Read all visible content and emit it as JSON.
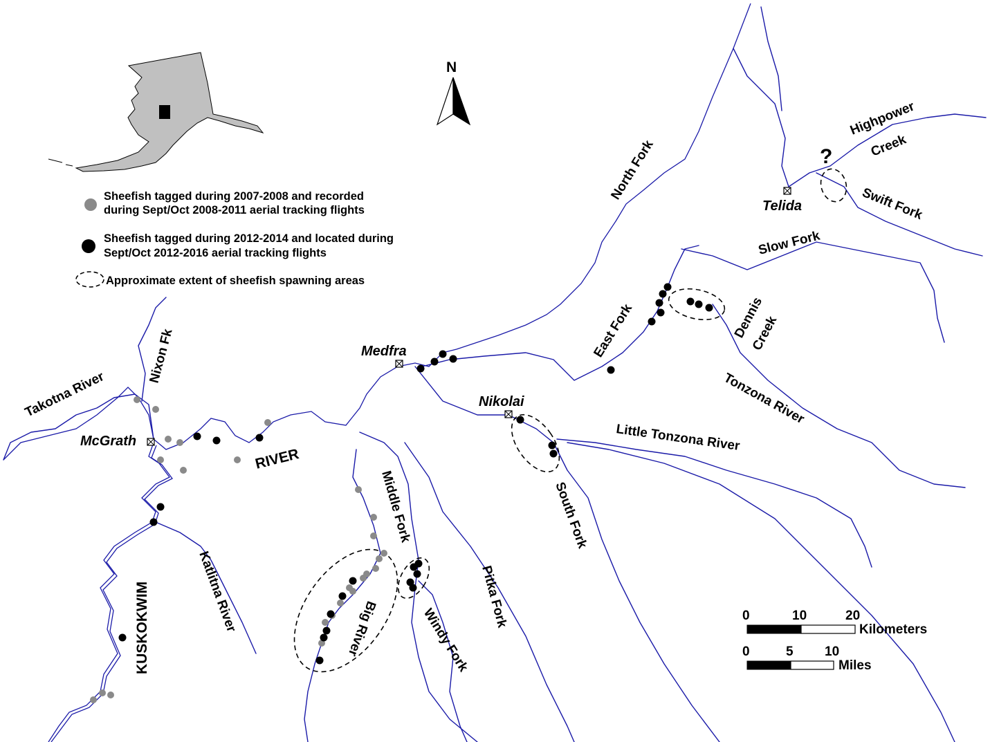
{
  "north_arrow": {
    "label": "N",
    "icon": "north-arrow-icon"
  },
  "legend": {
    "items": [
      {
        "symbol": "gray-dot",
        "color": "#8a8a8a",
        "line1": "Sheefish tagged during 2007-2008  and recorded",
        "line2": "during Sept/Oct 2008-2011  aerial tracking flights"
      },
      {
        "symbol": "black-dot",
        "color": "#000000",
        "line1": "Sheefish tagged during 2012-2014  and located during",
        "line2": "Sept/Oct 2012-2016  aerial tracking flights"
      },
      {
        "symbol": "dashed-ellipse",
        "color": "#000000",
        "line1": "Approximate extent of sheefish  spawning areas",
        "line2": ""
      }
    ]
  },
  "towns": {
    "medfra": "Medfra",
    "telida": "Telida",
    "nikolai": "Nikolai",
    "mcgrath": "McGrath"
  },
  "rivers": {
    "north_fork": "North Fork",
    "highpower": "Highpower",
    "creek": "Creek",
    "swift_fork": "Swift Fork",
    "slow_fork": "Slow Fork",
    "dennis": "Dennis",
    "dennis_creek": "Creek",
    "east_fork": "East Fork",
    "tonzona": "Tonzona River",
    "little_tonzona": "Little Tonzona River",
    "south_fork": "South Fork",
    "nixon": "Nixon Fk",
    "takotna": "Takotna River",
    "river": "RIVER",
    "kuskokwim": "KUSKOKWIM",
    "katlitna": "Katlitna River",
    "middle_fork": "Middle Fork",
    "big_river": "Big River",
    "windy_fork": "Windy Fork",
    "pitka_fork": "Pitka Fork"
  },
  "question_mark": "?",
  "scale": {
    "km": {
      "ticks": [
        "0",
        "10",
        "20"
      ],
      "unit": "Kilometers"
    },
    "mi": {
      "ticks": [
        "0",
        "5",
        "10"
      ],
      "unit": "Miles"
    }
  },
  "colors": {
    "river": "#1a1aa8",
    "land": "#c0c0c0",
    "gray_dot": "#8a8a8a",
    "black_dot": "#000000"
  }
}
